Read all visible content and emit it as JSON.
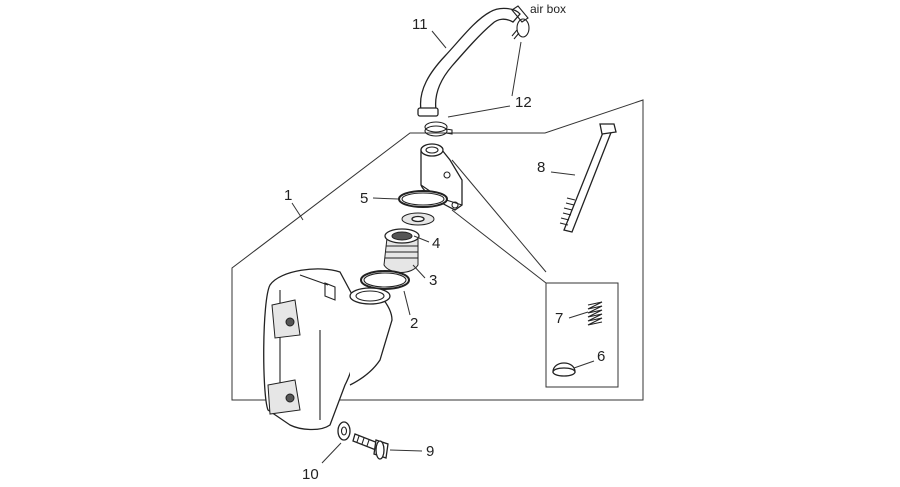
{
  "diagram": {
    "caption": "air box",
    "callouts": {
      "c1": "1",
      "c2": "2",
      "c3": "3",
      "c4": "4",
      "c5": "5",
      "c6": "6",
      "c7": "7",
      "c8": "8",
      "c9": "9",
      "c10": "10",
      "c11": "11",
      "c12": "12"
    }
  }
}
